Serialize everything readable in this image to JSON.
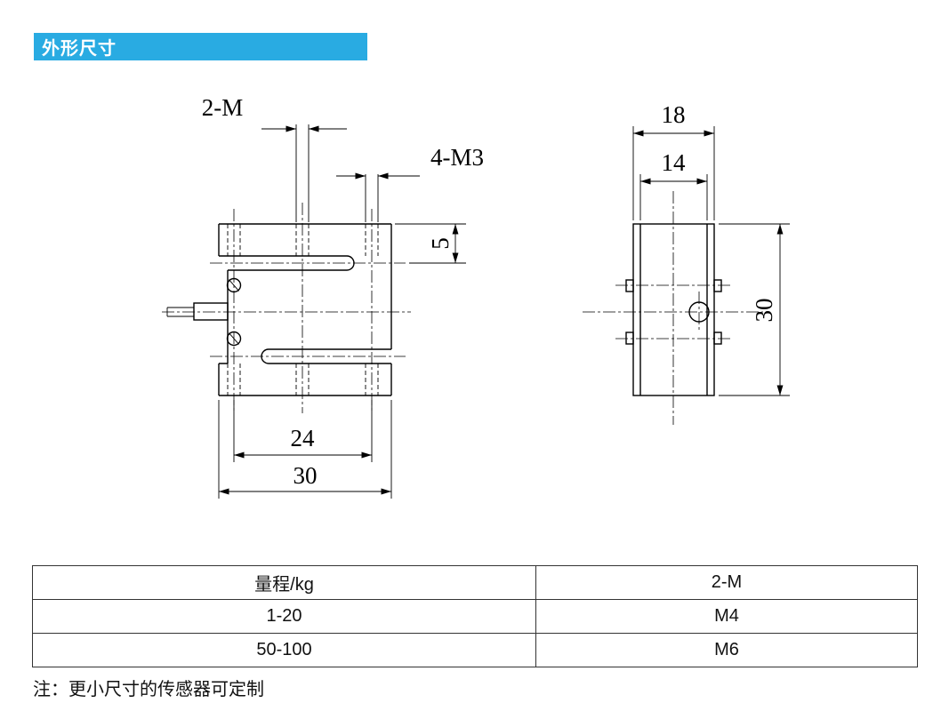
{
  "page": {
    "title": "外形尺寸",
    "accent_color": "#29abe2"
  },
  "drawing": {
    "front_view": {
      "dim_top_thread": "2-M",
      "dim_corner_holes": "4-M3",
      "dim_slot_offset": "5",
      "dim_hole_spacing": "24",
      "dim_overall_width": "30"
    },
    "side_view": {
      "dim_outer_width": "18",
      "dim_inner_width": "14",
      "dim_height": "30"
    }
  },
  "spec_table": {
    "headers": [
      "量程/kg",
      "2-M"
    ],
    "rows": [
      {
        "range": "1-20",
        "thread": "M4"
      },
      {
        "range": "50-100",
        "thread": "M6"
      }
    ]
  },
  "note": "注：更小尺寸的传感器可定制"
}
